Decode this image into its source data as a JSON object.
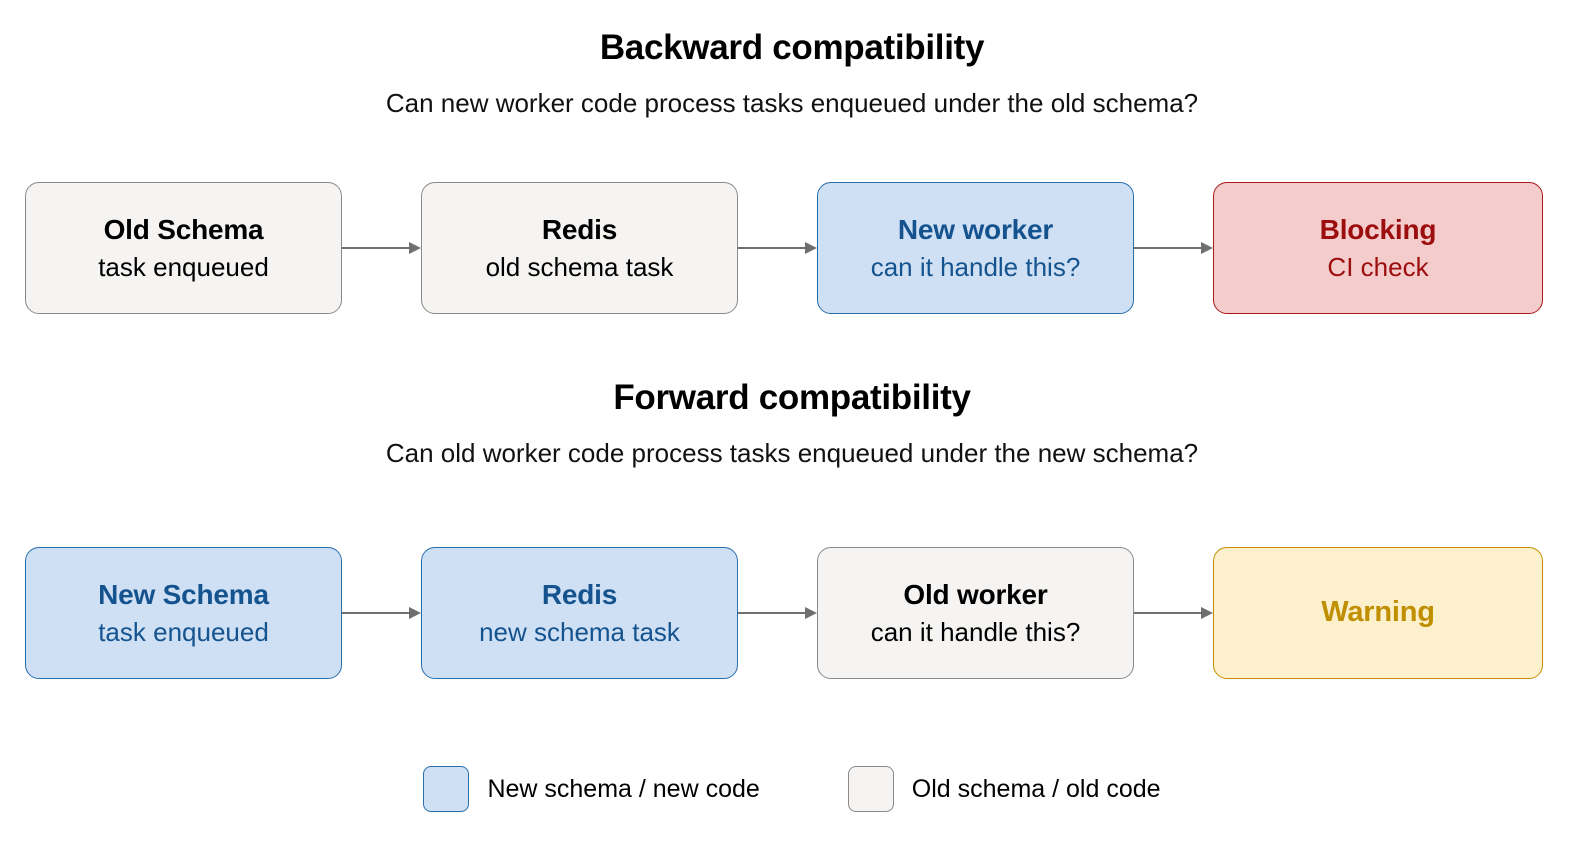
{
  "sections": [
    {
      "id": "backward",
      "title": "Backward compatibility",
      "subtitle": "Can new worker code process tasks enqueued under the old schema?",
      "nodes": [
        {
          "title": "Old Schema",
          "sub": "task enqueued",
          "variant": "gray"
        },
        {
          "title": "Redis",
          "sub": "old schema task",
          "variant": "gray"
        },
        {
          "title": "New worker",
          "sub": "can it handle this?",
          "variant": "blue"
        },
        {
          "title": "Blocking",
          "sub": "CI check",
          "variant": "red"
        }
      ]
    },
    {
      "id": "forward",
      "title": "Forward compatibility",
      "subtitle": "Can old worker code process tasks enqueued under the new schema?",
      "nodes": [
        {
          "title": "New Schema",
          "sub": "task enqueued",
          "variant": "blue"
        },
        {
          "title": "Redis",
          "sub": "new schema task",
          "variant": "blue"
        },
        {
          "title": "Old worker",
          "sub": "can it handle this?",
          "variant": "gray"
        },
        {
          "title": "Warning",
          "sub": "",
          "variant": "yellow"
        }
      ]
    }
  ],
  "legend": {
    "items": [
      {
        "label": "New schema / new code",
        "variant": "blue"
      },
      {
        "label": "Old schema / old code",
        "variant": "gray"
      }
    ]
  },
  "colors": {
    "gray_fill": "#f5f4f2",
    "gray_border": "#8a8a8a",
    "blue_fill": "#cfe0f4",
    "blue_border": "#2a6ead",
    "blue_text": "#15538f",
    "red_fill": "#f4cccc",
    "red_border": "#a61c1c",
    "red_text": "#9c0d0d",
    "yellow_fill": "#fdf0cc",
    "yellow_border": "#c49000",
    "yellow_text": "#bf8f00",
    "arrow": "#6f6f6f",
    "background": "#ffffff"
  }
}
